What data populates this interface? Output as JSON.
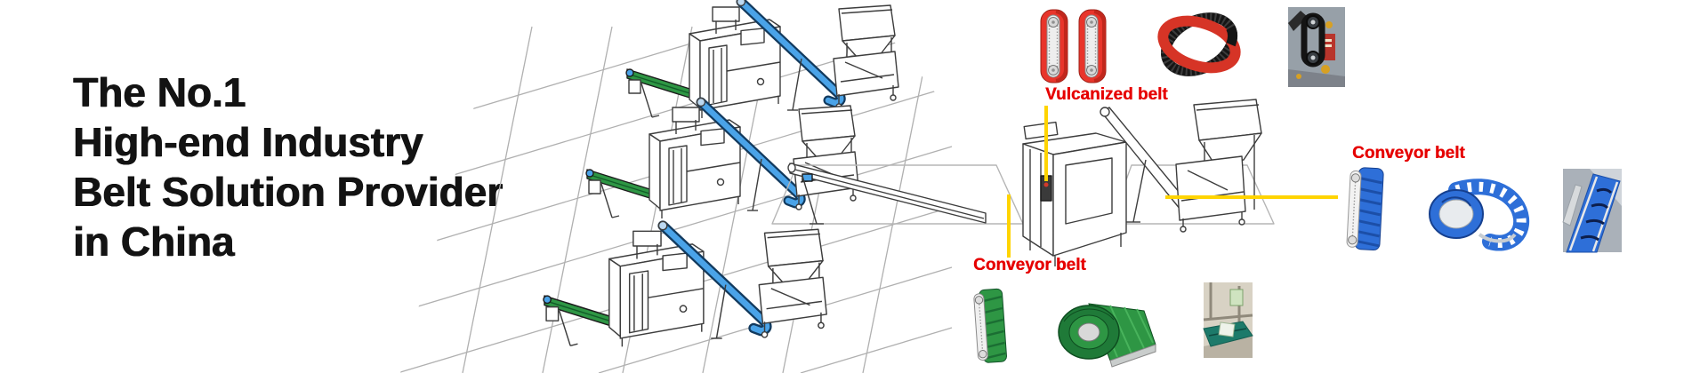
{
  "hero": {
    "heading_lines": [
      "The No.1",
      "High-end Industry",
      "Belt Solution Provider",
      "in China"
    ]
  },
  "callouts": {
    "vulcanized": {
      "label": "Vulcanized belt"
    },
    "conveyor_bottom": {
      "label": "Conveyor belt"
    },
    "conveyor_right": {
      "label": "Conveyor belt"
    }
  },
  "colors": {
    "heading_text": "#131313",
    "label_red": "#e60000",
    "connector_yellow": "#ffd400",
    "belt_green": "#2e9644",
    "belt_blue": "#2e6fd8",
    "conveyor_blue": "#4aa3e8",
    "vulcanized_red": "#e8352b",
    "line_art_gray": "#3d3d3d",
    "grid_gray": "#b0b0b0"
  }
}
